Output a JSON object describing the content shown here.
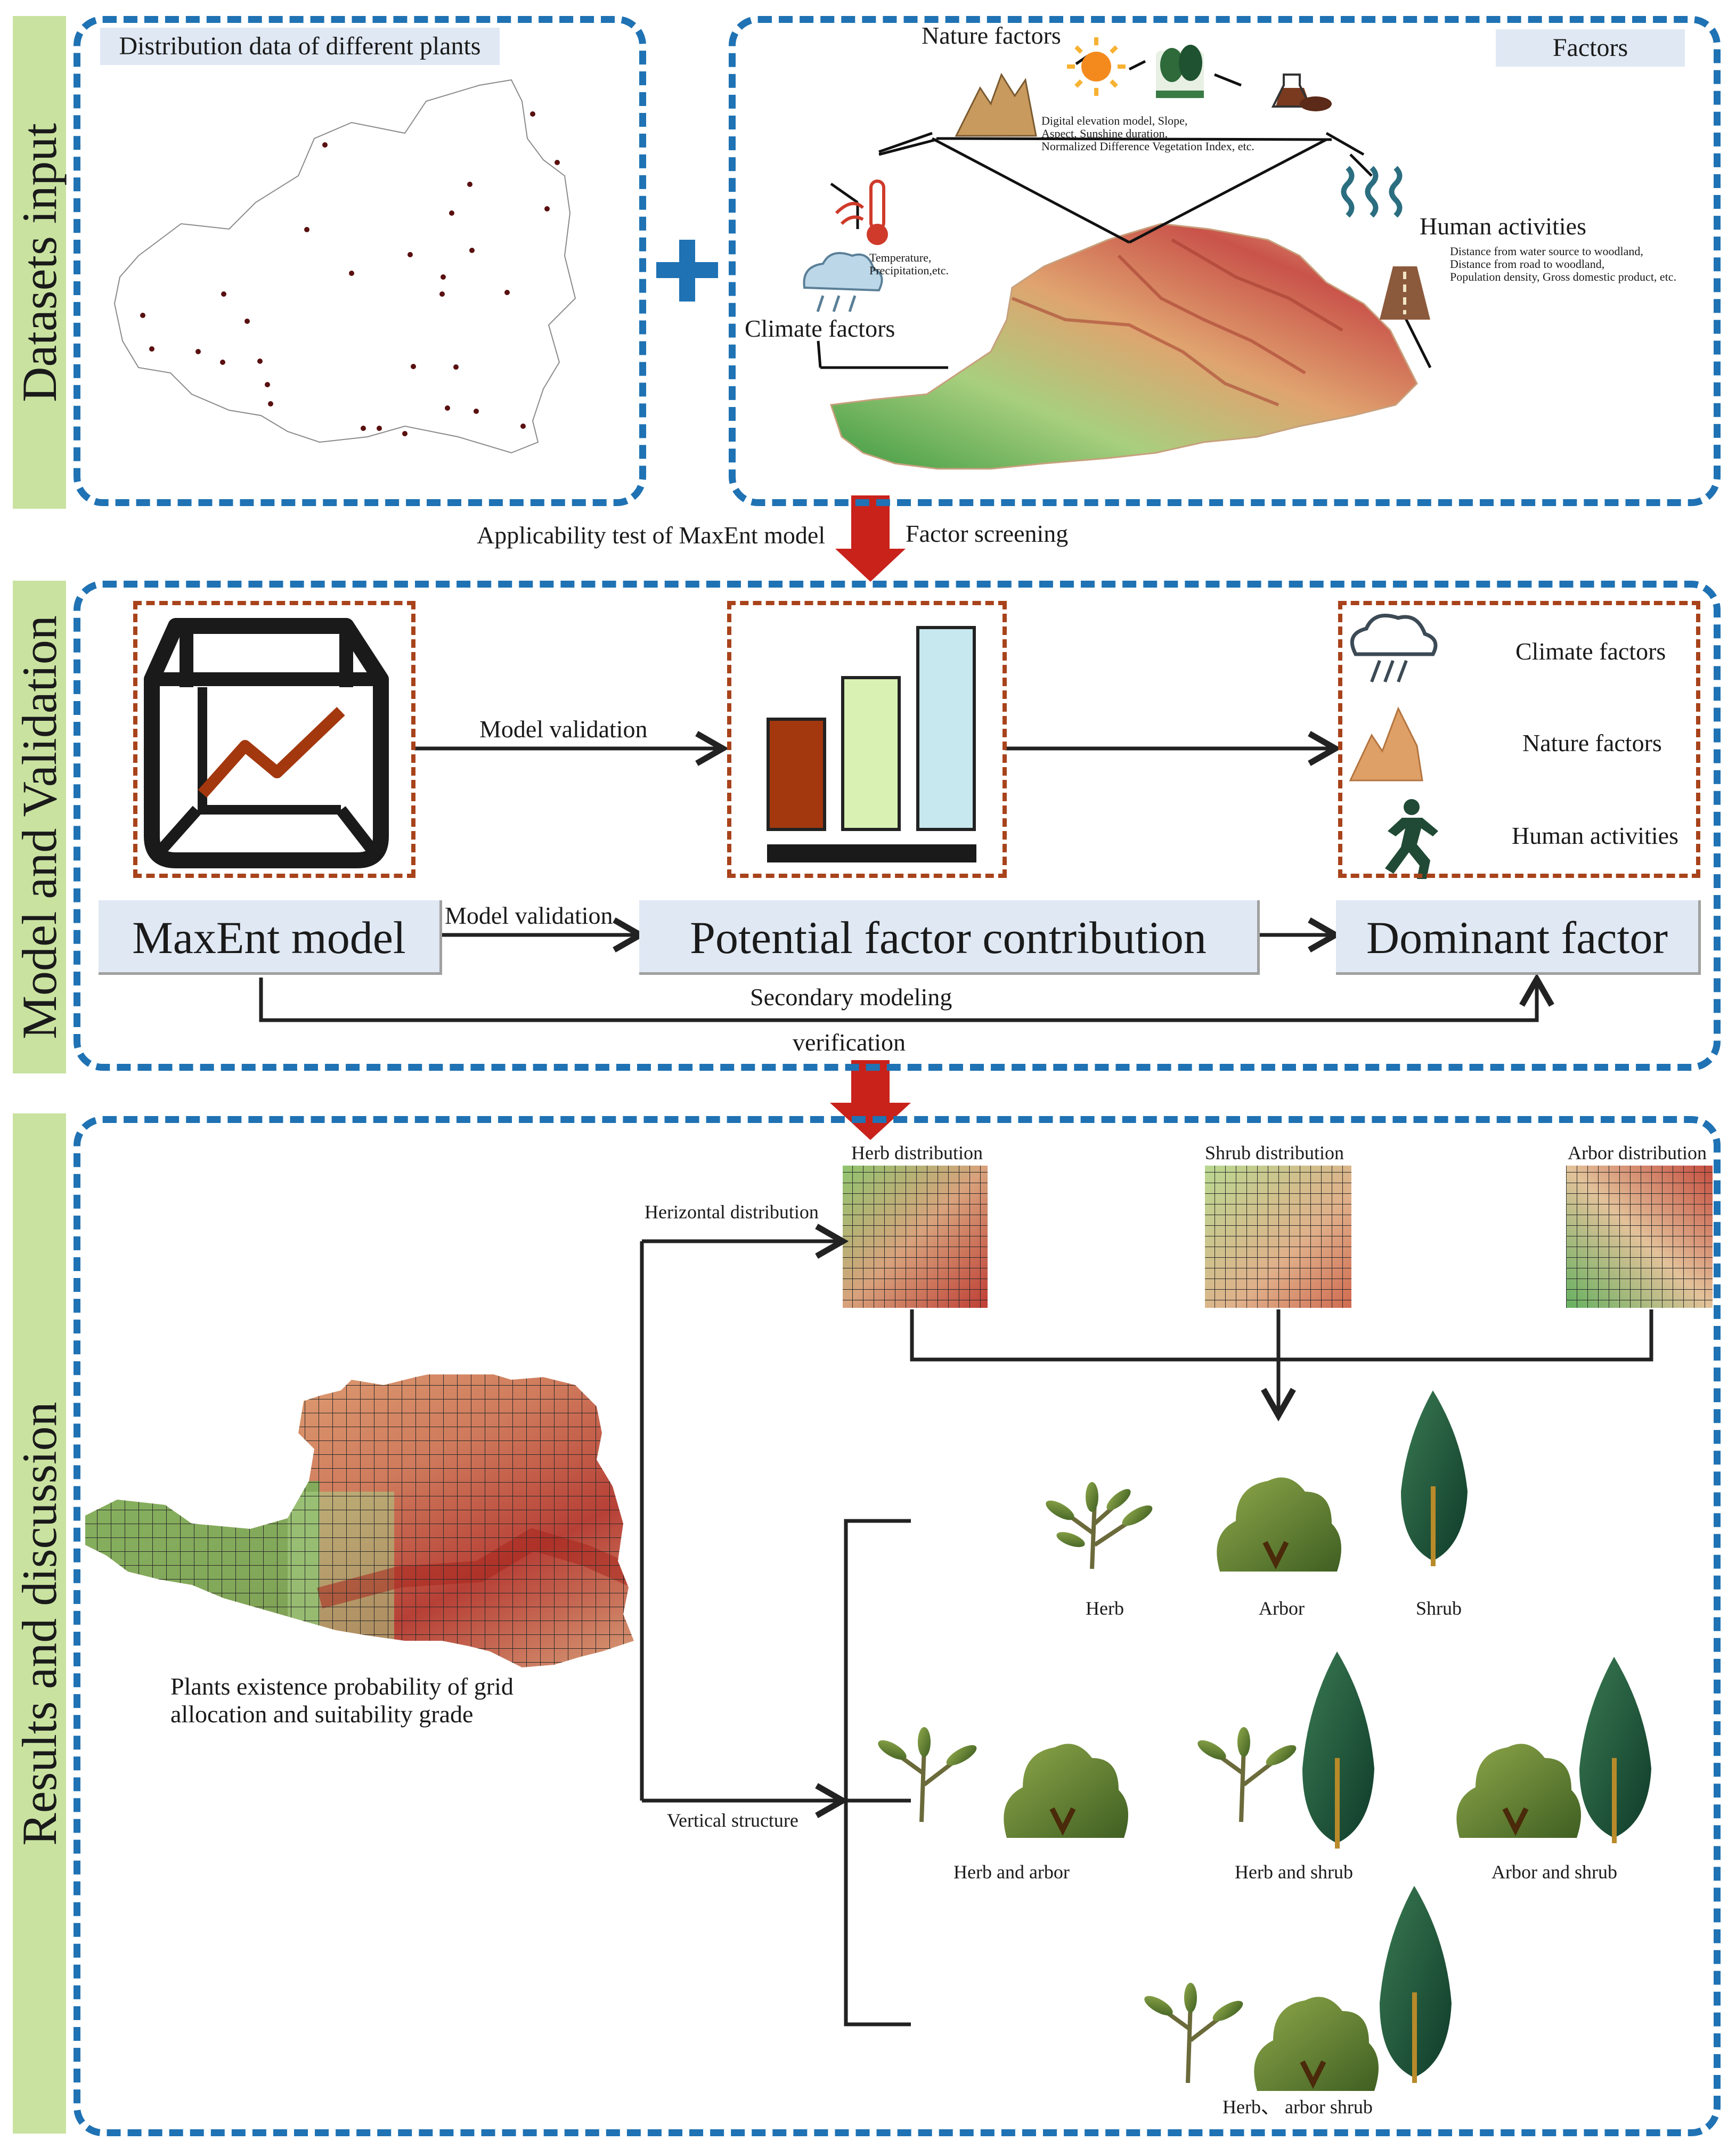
{
  "sections": {
    "datasets": "Datasets input",
    "model": "Model and Validation",
    "results": "Results and discussion"
  },
  "datasets": {
    "distribution_title": "Distribution data of different plants",
    "factors_title": "Factors",
    "nature_title": "Nature factors",
    "nature_desc": [
      "Digital elevation model, Slope,",
      "Aspect, Sunshine duration,",
      "Normalized Difference Vegetation Index, etc."
    ],
    "human_title": "Human activities",
    "human_desc": [
      "Distance from water source to woodland,",
      "Distance from road to woodland,",
      "Population density, Gross domestic product, etc."
    ],
    "climate_title": "Climate factors",
    "climate_desc": [
      "Temperature,",
      "Precipitation,etc."
    ]
  },
  "flow1": {
    "left": "Applicability test of MaxEnt model",
    "right": "Factor screening"
  },
  "model": {
    "validation_arrow": "Model validation",
    "validation_arrow2": "Model validation",
    "maxent": "MaxEnt model",
    "potential": "Potential factor contribution",
    "dominant": "Dominant factor",
    "secondary": "Secondary modeling",
    "verification": "verification",
    "legend": [
      "Climate factors",
      "Nature factors",
      "Human activities"
    ],
    "bar_colors": [
      "#a3380e",
      "#d9f2b3",
      "#c6e8ee"
    ]
  },
  "results": {
    "grid_caption": [
      "Plants existence probability of grid",
      "allocation and suitability grade"
    ],
    "horizontal": "Herizontal distribution",
    "vertical": "Vertical structure",
    "herb_dist": "Herb distribution",
    "shrub_dist": "Shrub distribution",
    "arbor_dist": "Arbor distribution",
    "single": [
      "Herb",
      "Arbor",
      "Shrub"
    ],
    "pairs": [
      "Herb and arbor",
      "Herb and shrub",
      "Arbor and shrub"
    ],
    "triple": "Herb、 arbor shrub"
  }
}
